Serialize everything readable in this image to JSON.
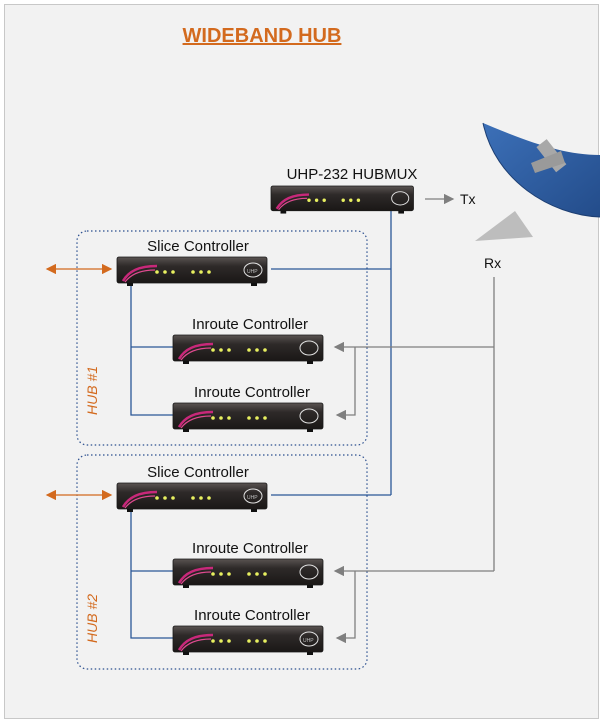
{
  "title": "WIDEBAND HUB",
  "hubmux": {
    "label": "UHP-232 HUBMUX"
  },
  "signals": {
    "tx": "Tx",
    "rx": "Rx"
  },
  "hubs": [
    {
      "name": "HUB #1",
      "slice_label": "Slice Controller",
      "inroutes": [
        "Inroute Controller",
        "Inroute Controller"
      ]
    },
    {
      "name": "HUB #2",
      "slice_label": "Slice Controller",
      "inroutes": [
        "Inroute Controller",
        "Inroute Controller"
      ]
    }
  ],
  "device_logo": "UHP",
  "colors": {
    "title": "#d36a1e",
    "wire": "#2b5797",
    "rx_wire": "#7f7f7f",
    "dish": "#2f5fa8",
    "arrow": "#d36a1e"
  }
}
